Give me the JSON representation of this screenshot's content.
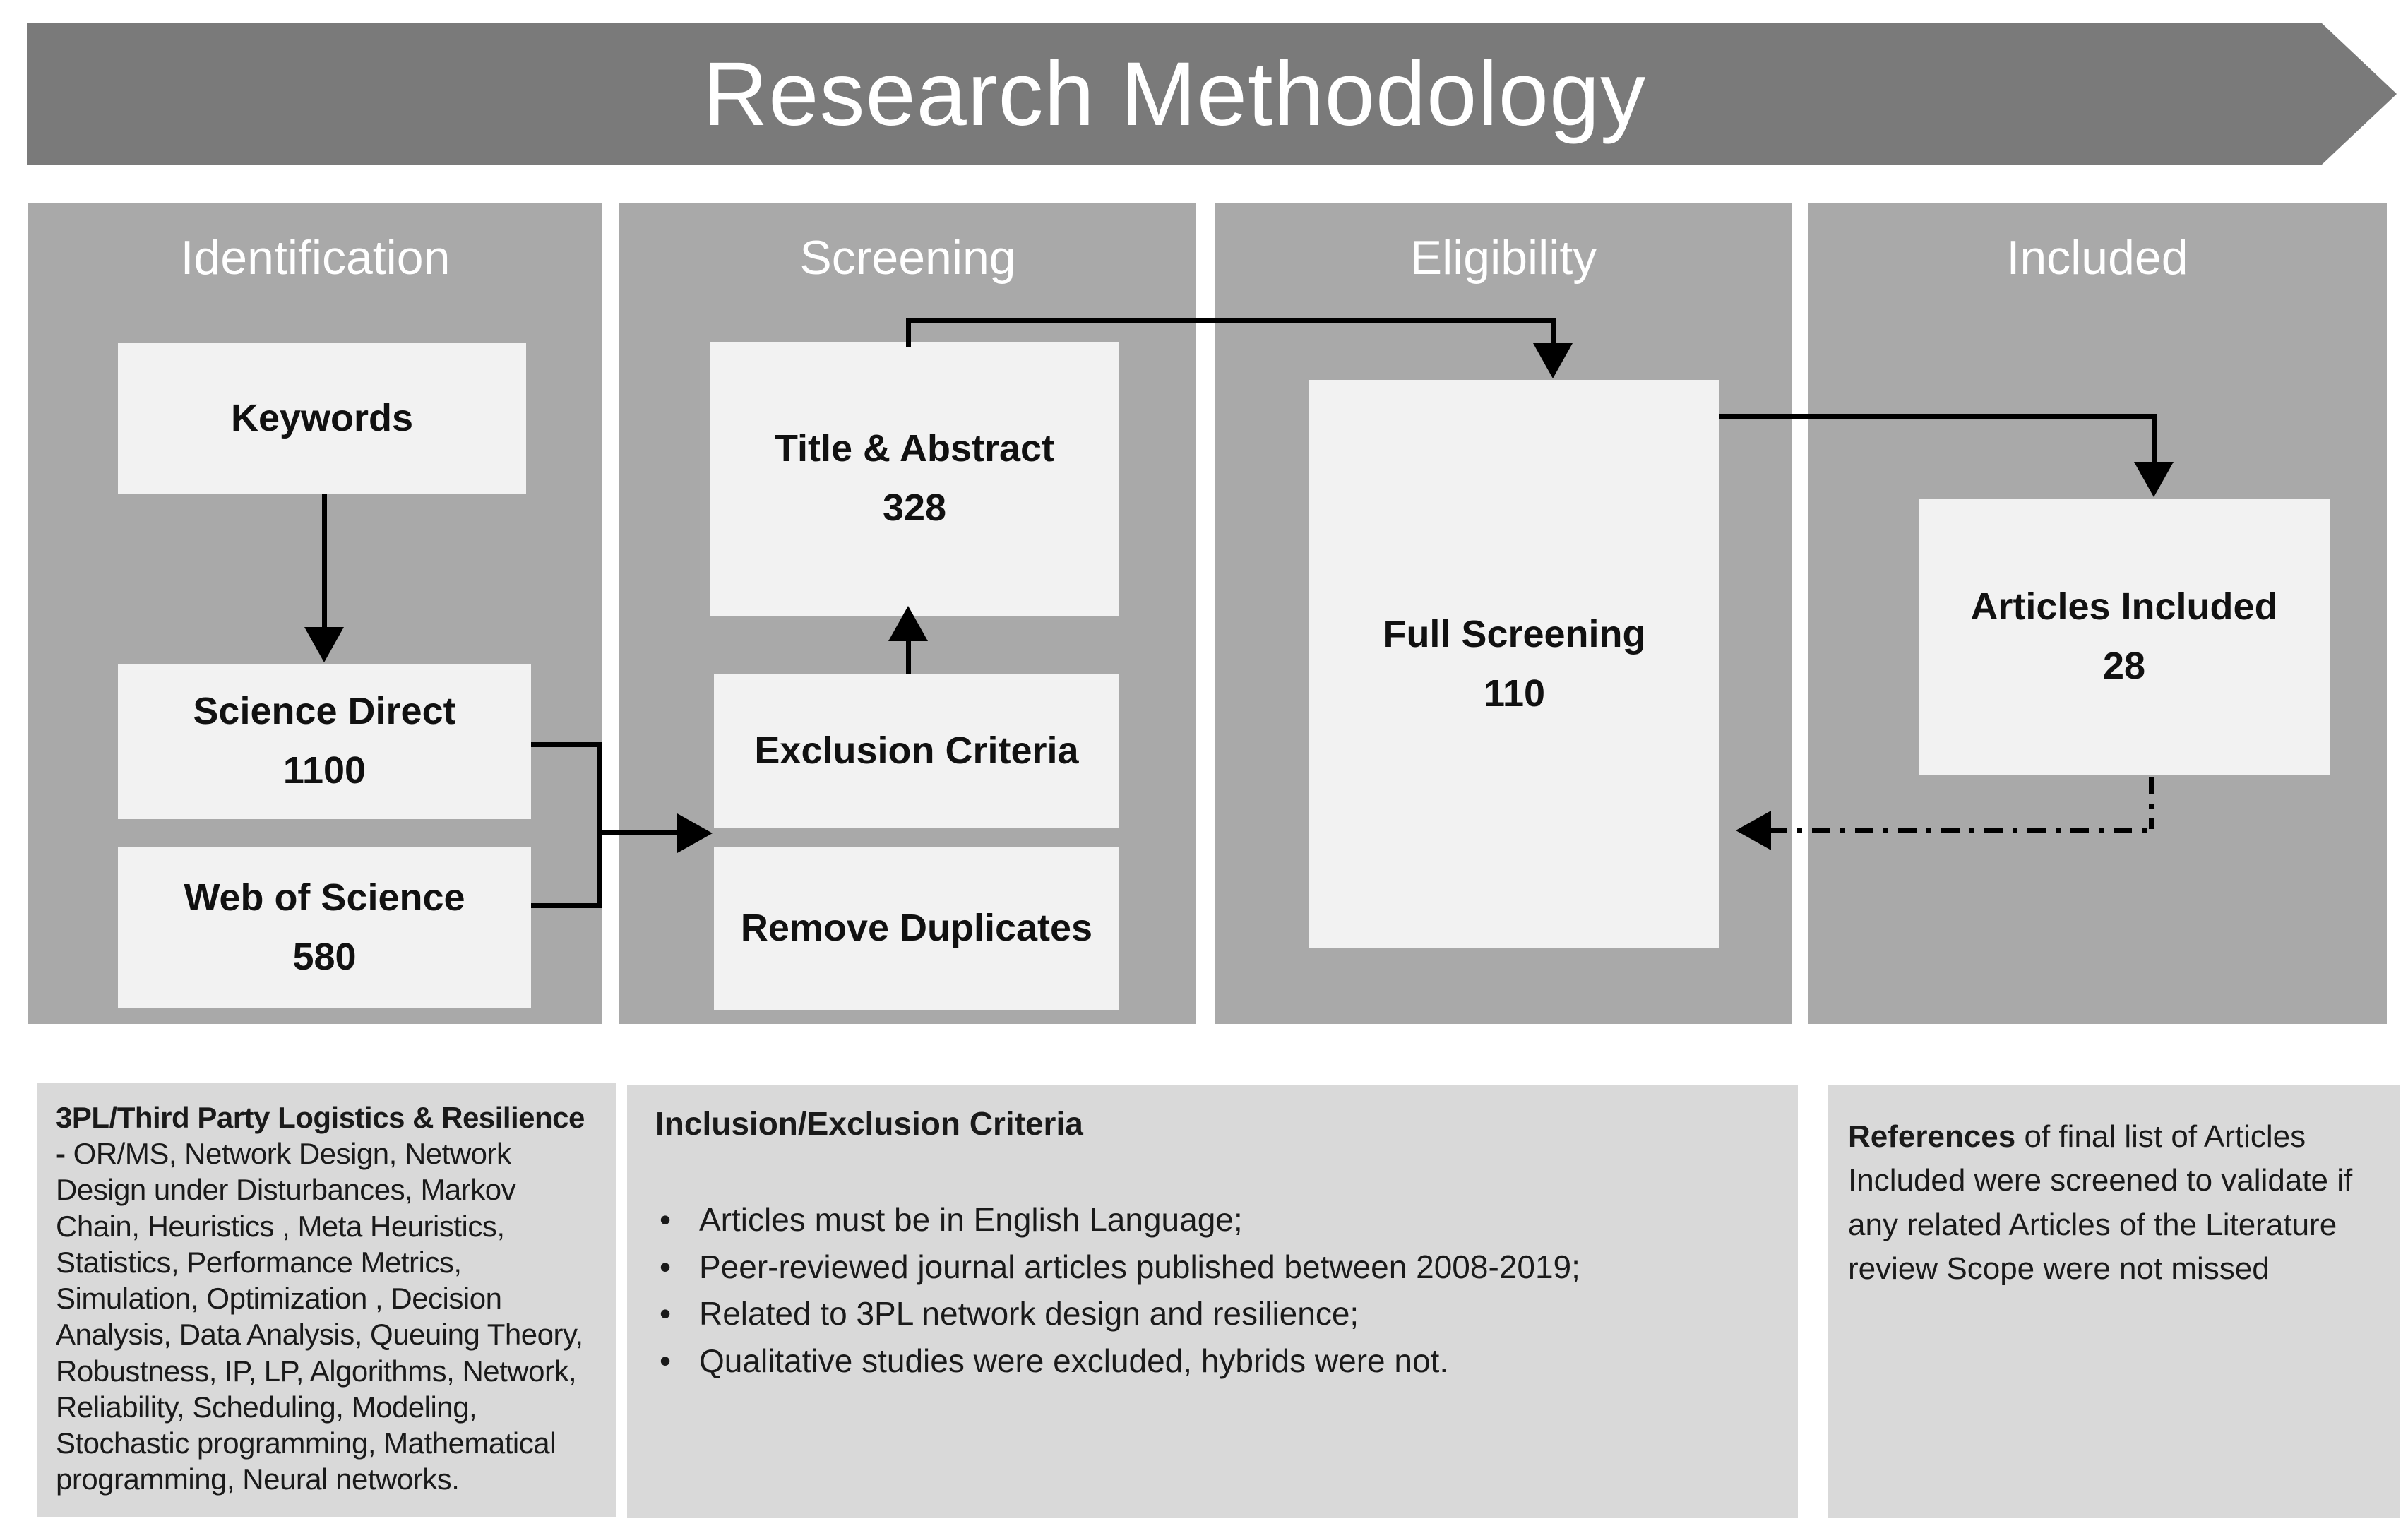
{
  "banner": {
    "title": "Research Methodology"
  },
  "columns": [
    {
      "label": "Identification"
    },
    {
      "label": "Screening"
    },
    {
      "label": "Eligibility"
    },
    {
      "label": "Included"
    }
  ],
  "boxes": {
    "keywords": {
      "label": "Keywords"
    },
    "science_direct": {
      "label": "Science Direct",
      "count": "1100"
    },
    "web_of_science": {
      "label": "Web of Science",
      "count": "580"
    },
    "title_abstract": {
      "label": "Title & Abstract",
      "count": "328"
    },
    "exclusion_criteria": {
      "label": "Exclusion Criteria"
    },
    "remove_duplicates": {
      "label": "Remove Duplicates"
    },
    "full_screening": {
      "label": "Full Screening",
      "count": "110"
    },
    "articles_included": {
      "label": "Articles Included",
      "count": "28"
    }
  },
  "notes": {
    "keywords_note": {
      "lead": "3PL/Third Party Logistics & Resilience -",
      "body": " OR/MS, Network Design, Network Design under Disturbances, Markov Chain, Heuristics , Meta Heuristics, Statistics, Performance Metrics, Simulation, Optimization , Decision Analysis, Data Analysis, Queuing Theory, Robustness, IP, LP, Algorithms, Network, Reliability, Scheduling, Modeling, Stochastic programming, Mathematical programming, Neural networks."
    },
    "criteria_note": {
      "title": "Inclusion/Exclusion Criteria",
      "bullets": [
        "Articles must be in English Language;",
        "Peer-reviewed journal articles published between 2008-2019;",
        "Related to 3PL network design and resilience;",
        "Qualitative studies were excluded, hybrids were not."
      ]
    },
    "references_note": {
      "lead": "References",
      "body": " of final list of Articles Included were screened to validate if any related  Articles of the Literature review Scope were not missed"
    }
  },
  "colors": {
    "banner_gray": "#7a7a7a",
    "column_gray": "#a9a9a9",
    "flow_box_fill": "#f2f2f2",
    "note_box_fill": "#d9d9d9",
    "arrow_black": "#000000",
    "header_text": "#ffffff",
    "body_text": "#1a1a1a"
  }
}
